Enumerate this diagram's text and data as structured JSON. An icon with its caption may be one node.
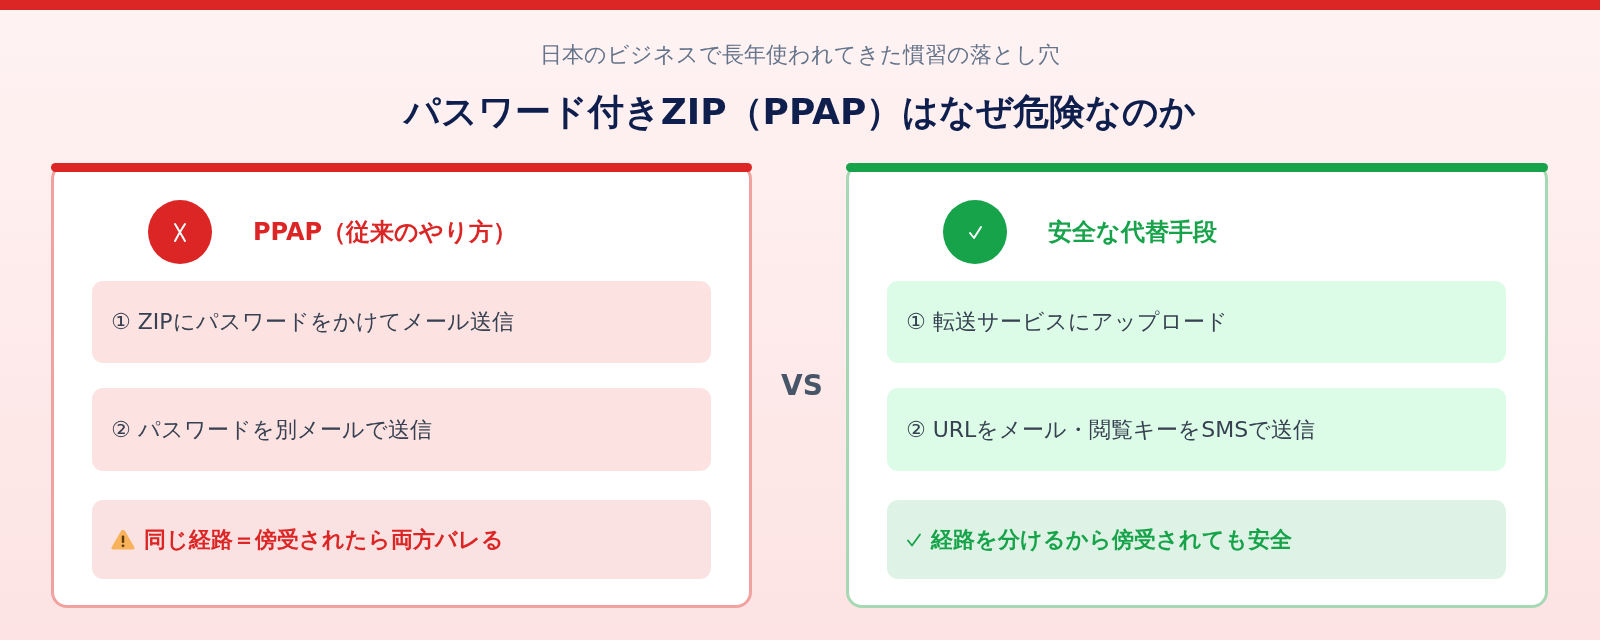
{
  "diagram": {
    "title": "パスワード付きZIP（PPAP）はなぜ危険なのか",
    "nodes": [
      {
        "text": [
          "PPAP（従来のやり方）"
        ]
      },
      {
        "text": [
          "① ZIPにパスワードをかけてメール送信"
        ],
        "in": 0
      },
      {
        "text": [
          "② パスワードを別メールで送信"
        ],
        "in": 0
      },
      {
        "text": [
          "同じ経路＝傍受されたら両方バレる"
        ],
        "in": 0
      },
      {
        "text": [
          "安全な代替手段"
        ]
      },
      {
        "text": [
          "① 転送サービスにアップロード"
        ],
        "in": 4
      },
      {
        "text": [
          "② URLをメール・閲覧キーをSMSで送信"
        ],
        "in": 4
      },
      {
        "text": [
          "経路を分けるから傍受されても安全"
        ],
        "in": 4
      }
    ],
    "labels": [
      "日本のビジネスで長年使われてきた慣習の落とし穴",
      "VS"
    ]
  }
}
